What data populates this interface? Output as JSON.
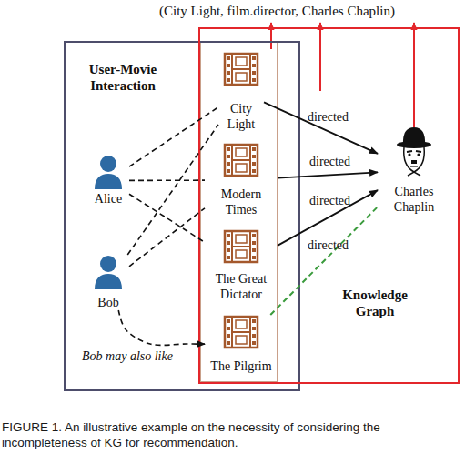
{
  "diagram": {
    "caption": "FIGURE 1. An illustrative example on the necessity of considering the incompleteness of KG for recommendation.",
    "nodes": [
      {
        "text": [
          "User-Movie Interaction"
        ]
      },
      {
        "text": [
          "Alice"
        ],
        "in": 0
      },
      {
        "text": [
          "Bob"
        ],
        "in": 0
      },
      {
        "text": [
          "City Light"
        ],
        "in": 0
      },
      {
        "text": [
          "Modern Times"
        ],
        "in": 0
      },
      {
        "text": [
          "The Great Dictator"
        ],
        "in": 0
      },
      {
        "text": [
          "The Pilgrim"
        ],
        "in": 0
      },
      {
        "text": [
          "Knowledge Graph"
        ]
      },
      {
        "text": [
          "Charles Chaplin"
        ],
        "in": 7
      }
    ],
    "edges": [
      {
        "from": 1,
        "to": 3,
        "arrow": "none"
      },
      {
        "from": 1,
        "to": 4,
        "arrow": "none"
      },
      {
        "from": 1,
        "to": 5,
        "arrow": "none"
      },
      {
        "from": 2,
        "to": 3,
        "arrow": "none"
      },
      {
        "from": 2,
        "to": 4,
        "arrow": "none"
      },
      {
        "from": 2,
        "to": 6,
        "label": "Bob may also like",
        "arrow": "to"
      },
      {
        "from": 3,
        "to": 8,
        "label": "directed",
        "arrow": "to"
      },
      {
        "from": 4,
        "to": 8,
        "label": "directed",
        "arrow": "to"
      },
      {
        "from": 5,
        "to": 8,
        "label": "directed",
        "arrow": "to"
      },
      {
        "from": 6,
        "to": 8,
        "label": "directed",
        "arrow": "none"
      }
    ],
    "labels": [
      "(City Light, film.director, Charles Chaplin)"
    ]
  }
}
